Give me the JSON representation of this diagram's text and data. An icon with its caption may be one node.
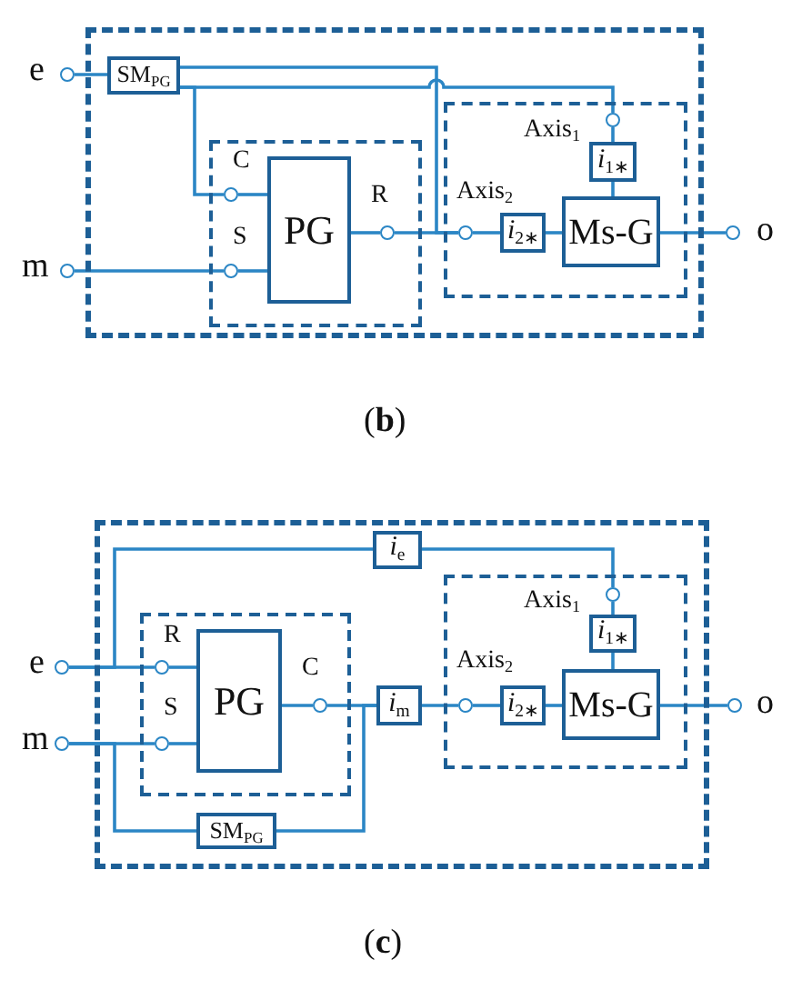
{
  "diagram": {
    "nodes": [
      {
        "text": [],
        "shape": "box"
      },
      {
        "text": [
          "SM$_{PG}$"
        ],
        "in": 0
      },
      {
        "text": [],
        "shape": "box",
        "in": 0
      },
      {
        "text": [],
        "shape": "circle",
        "in": 2,
        "beside": [
          "C"
        ]
      },
      {
        "text": [],
        "shape": "circle",
        "in": 2,
        "beside": [
          "S"
        ]
      },
      {
        "text": [
          "PG"
        ],
        "in": 2
      },
      {
        "text": [],
        "shape": "circle",
        "in": 2,
        "beside": [
          "R"
        ]
      },
      {
        "text": [],
        "shape": "box",
        "in": 0
      },
      {
        "text": [],
        "shape": "circle",
        "in": 7
      },
      {
        "text": [
          "*i*$_{1∗}$"
        ],
        "in": 7
      },
      {
        "text": [],
        "shape": "circle",
        "in": 7,
        "beside": [
          "Axis$_{2}$"
        ]
      },
      {
        "text": [
          "*i*$_{2∗}$"
        ],
        "in": 7
      },
      {
        "text": [
          "Ms-G"
        ],
        "in": 7
      },
      {
        "text": [],
        "shape": "circle",
        "beside": [
          "e"
        ]
      },
      {
        "text": [],
        "shape": "circle",
        "beside": [
          "m"
        ]
      },
      {
        "text": [],
        "shape": "circle",
        "beside": [
          "o"
        ]
      },
      {
        "text": [],
        "shape": "box"
      },
      {
        "text": [
          "*i*$_{e}$"
        ],
        "in": 16
      },
      {
        "text": [],
        "shape": "box",
        "in": 16
      },
      {
        "text": [],
        "shape": "circle",
        "in": 18,
        "beside": [
          "R"
        ]
      },
      {
        "text": [],
        "shape": "circle",
        "in": 18,
        "beside": [
          "S"
        ]
      },
      {
        "text": [
          "PG"
        ],
        "in": 18
      },
      {
        "text": [],
        "shape": "circle",
        "in": 18,
        "beside": [
          "C"
        ]
      },
      {
        "text": [
          "*i*$_{m}$"
        ],
        "in": 16
      },
      {
        "text": [],
        "shape": "box",
        "in": 16
      },
      {
        "text": [],
        "shape": "circle",
        "in": 24
      },
      {
        "text": [
          "*i*$_{1∗}$"
        ],
        "in": 24
      },
      {
        "text": [],
        "shape": "circle",
        "in": 24,
        "beside": [
          "Axis$_{2}$"
        ]
      },
      {
        "text": [
          "*i*$_{2∗}$"
        ],
        "in": 24
      },
      {
        "text": [
          "Ms-G"
        ],
        "in": 24
      },
      {
        "text": [
          "SM$_{PG}$"
        ],
        "in": 16
      },
      {
        "text": [],
        "shape": "circle",
        "beside": [
          "e"
        ]
      },
      {
        "text": [],
        "shape": "circle",
        "beside": [
          "m"
        ]
      },
      {
        "text": [],
        "shape": "circle",
        "beside": [
          "o"
        ]
      }
    ],
    "edges": [
      {
        "from": 13,
        "to": 1,
        "arrow": "none"
      },
      {
        "from": 1,
        "to": 3,
        "arrow": "none"
      },
      {
        "from": 1,
        "to": 8,
        "arrow": "none"
      },
      {
        "from": 1,
        "to": 10,
        "arrow": "none"
      },
      {
        "from": 3,
        "to": 5,
        "arrow": "none"
      },
      {
        "from": 14,
        "to": 4,
        "arrow": "none"
      },
      {
        "from": 4,
        "to": 5,
        "arrow": "none"
      },
      {
        "from": 5,
        "to": 6,
        "arrow": "none"
      },
      {
        "from": 6,
        "to": 10,
        "arrow": "none"
      },
      {
        "from": 10,
        "to": 11,
        "arrow": "none"
      },
      {
        "from": 11,
        "to": 12,
        "arrow": "none"
      },
      {
        "from": 8,
        "to": 9,
        "arrow": "none"
      },
      {
        "from": 9,
        "to": 12,
        "arrow": "none"
      },
      {
        "from": 12,
        "to": 15,
        "arrow": "none"
      },
      {
        "from": 31,
        "to": 19,
        "arrow": "none"
      },
      {
        "from": 31,
        "to": 17,
        "arrow": "none"
      },
      {
        "from": 17,
        "to": 25,
        "arrow": "none"
      },
      {
        "from": 19,
        "to": 21,
        "arrow": "none"
      },
      {
        "from": 32,
        "to": 20,
        "arrow": "none"
      },
      {
        "from": 32,
        "to": 30,
        "arrow": "none"
      },
      {
        "from": 20,
        "to": 21,
        "arrow": "none"
      },
      {
        "from": 21,
        "to": 22,
        "arrow": "none"
      },
      {
        "from": 22,
        "to": 23,
        "arrow": "none"
      },
      {
        "from": 30,
        "to": 23,
        "arrow": "none"
      },
      {
        "from": 23,
        "to": 27,
        "arrow": "none"
      },
      {
        "from": 27,
        "to": 28,
        "arrow": "none"
      },
      {
        "from": 28,
        "to": 29,
        "arrow": "none"
      },
      {
        "from": 25,
        "to": 26,
        "arrow": "none"
      },
      {
        "from": 26,
        "to": 29,
        "arrow": "none"
      },
      {
        "from": 29,
        "to": 33,
        "arrow": "none"
      }
    ],
    "labels": [
      "Axis$_{1}$",
      "(**b**)",
      "Axis$_{1}$",
      "(**c**)"
    ]
  }
}
